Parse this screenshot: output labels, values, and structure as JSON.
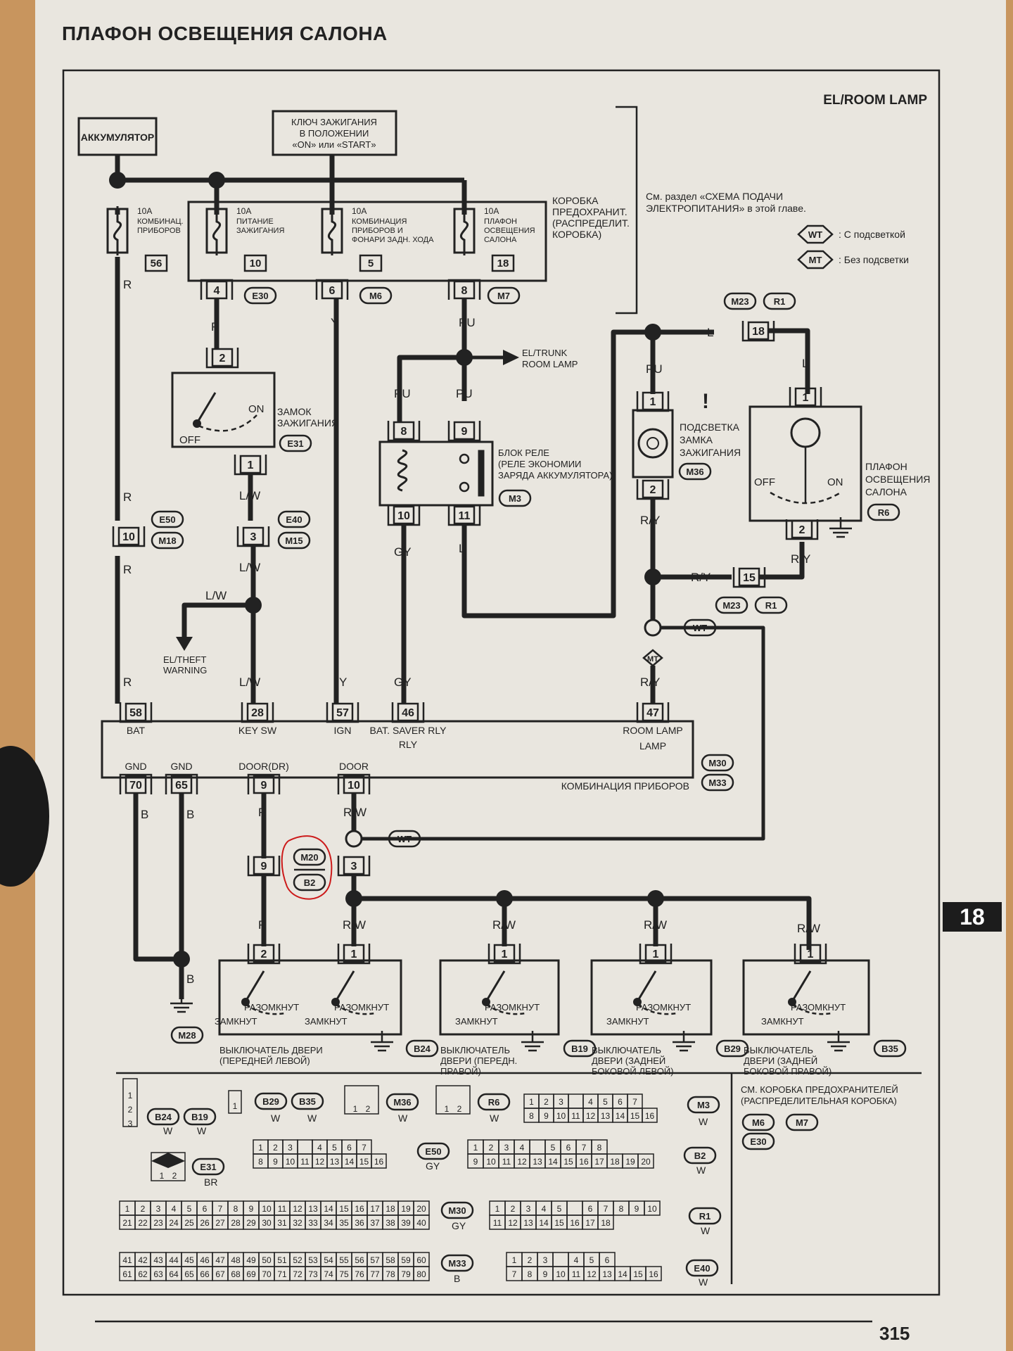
{
  "page": {
    "title": "ПЛАФОН ОСВЕЩЕНИЯ САЛОНА",
    "code": "EL/ROOM LAMP",
    "number": "315",
    "section_tab": "18"
  },
  "sources": {
    "battery": "АККУМУЛЯТОР",
    "ignition_key": [
      "КЛЮЧ ЗАЖИГАНИЯ",
      "В ПОЛОЖЕНИИ",
      "«ON» или «START»"
    ]
  },
  "fuse_box": {
    "label": [
      "КОРОБКА",
      "ПРЕДОХРАНИТ.",
      "(РАСПРЕДЕЛИТ.",
      "КОРОБКА)"
    ],
    "fuses": [
      {
        "rating": "10A",
        "name": [
          "КОМБИНАЦ.",
          "ПРИБОРОВ"
        ],
        "number": "56"
      },
      {
        "rating": "10A",
        "name": [
          "ПИТАНИЕ",
          "ЗАЖИГАНИЯ"
        ],
        "number": "10"
      },
      {
        "rating": "10A",
        "name": [
          "КОМБИНАЦИЯ",
          "ПРИБОРОВ И",
          "ФОНАРИ ЗАДН. ХОДА"
        ],
        "number": "5"
      },
      {
        "rating": "10A",
        "name": [
          "ПЛАФОН",
          "ОСВЕЩЕНИЯ",
          "САЛОНА"
        ],
        "number": "18"
      }
    ],
    "connectors": [
      "E30",
      "M6",
      "M7"
    ],
    "pins": [
      "4",
      "6",
      "8"
    ]
  },
  "notes": {
    "see_section": [
      "См. раздел «СХЕМА ПОДАЧИ",
      "ЭЛЕКТРОПИТАНИЯ» в этой главе."
    ],
    "legend": [
      {
        "tag": "WT",
        "text": ": С подсветкой"
      },
      {
        "tag": "MT",
        "text": ": Без подсветки"
      }
    ]
  },
  "wires": {
    "R": "R",
    "Y": "Y",
    "PU": "PU",
    "LW": "L/W",
    "GY": "GY",
    "L": "L",
    "RY": "R/Y",
    "RW": "R/W",
    "B": "B"
  },
  "ignition_switch": {
    "name": [
      "ЗАМОК",
      "ЗАЖИГАНИЯ"
    ],
    "connector": "E31",
    "off": "OFF",
    "on": "ON",
    "pins": [
      "2",
      "1"
    ]
  },
  "relay": {
    "name": [
      "БЛОК РЕЛЕ",
      "(РЕЛЕ ЭКОНОМИИ",
      "ЗАРЯДА АККУМУЛЯТОРА)"
    ],
    "connector": "M3",
    "pins": [
      "8",
      "9",
      "10",
      "11"
    ]
  },
  "trunk_arrow": [
    "EL/TRUNK",
    "ROOM LAMP"
  ],
  "theft_arrow": [
    "EL/THEFT",
    "WARNING"
  ],
  "key_light": {
    "name": [
      "ПОДСВЕТКА",
      "ЗАМКА",
      "ЗАЖИГАНИЯ"
    ],
    "connector": "M36",
    "pins": [
      "1",
      "2"
    ],
    "mark": "!"
  },
  "room_lamp": {
    "name": [
      "ПЛАФОН",
      "ОСВЕЩЕНИЯ",
      "САЛОНА"
    ],
    "connector": "R6",
    "off": "OFF",
    "on": "ON",
    "pins": [
      "1",
      "2"
    ]
  },
  "joints": [
    {
      "pin": "18",
      "connectors": [
        "M23",
        "R1"
      ]
    },
    {
      "pin": "15",
      "connectors": [
        "M23",
        "R1"
      ]
    },
    {
      "pin": "10",
      "connectors": [
        "E50",
        "M18"
      ]
    },
    {
      "pin": "3",
      "connectors": [
        "E40",
        "M15"
      ]
    },
    {
      "pin_left": "9",
      "pin_right": "3",
      "connectors": [
        "M20",
        "B2"
      ]
    }
  ],
  "meter": {
    "name": "КОМБИНАЦИЯ ПРИБОРОВ",
    "connectors": [
      "M30",
      "M33"
    ],
    "top_terminals": [
      {
        "pin": "58",
        "label": "BAT"
      },
      {
        "pin": "28",
        "label": "KEY SW"
      },
      {
        "pin": "57",
        "label": "IGN"
      },
      {
        "pin": "46",
        "label": "BAT. SAVER RLY"
      },
      {
        "pin": "47",
        "label": "ROOM LAMP"
      }
    ],
    "bottom_terminals": [
      {
        "pin": "70",
        "label": "GND"
      },
      {
        "pin": "65",
        "label": "GND"
      },
      {
        "pin": "9",
        "label": "DOOR(DR)"
      },
      {
        "pin": "10",
        "label": "DOOR"
      }
    ]
  },
  "ground_connector": "M28",
  "door_switches": [
    {
      "name": [
        "ВЫКЛЮЧАТЕЛЬ ДВЕРИ",
        "(ПЕРЕДНЕЙ ЛЕВОЙ)"
      ],
      "connector": "B24",
      "pins": [
        "2",
        "1"
      ],
      "open": "РАЗОМКНУТ",
      "closed": "ЗАМКНУТ"
    },
    {
      "name": [
        "ВЫКЛЮЧАТЕЛЬ",
        "ДВЕРИ (ПЕРЕДН.",
        "ПРАВОЙ)"
      ],
      "connector": "B19",
      "pins": [
        "1"
      ],
      "open": "РАЗОМКНУТ",
      "closed": "ЗАМКНУТ"
    },
    {
      "name": [
        "ВЫКЛЮЧАТЕЛЬ",
        "ДВЕРИ (ЗАДНЕЙ",
        "БОКОВОЙ ЛЕВОЙ)"
      ],
      "connector": "B29",
      "pins": [
        "1"
      ],
      "open": "РАЗОМКНУТ",
      "closed": "ЗАМКНУТ"
    },
    {
      "name": [
        "ВЫКЛЮЧАТЕЛЬ",
        "ДВЕРИ (ЗАДНЕЙ",
        "БОКОВОЙ ПРАВОЙ)"
      ],
      "connector": "B35",
      "pins": [
        "1"
      ],
      "open": "РАЗОМКНУТ",
      "closed": "ЗАМКНУТ"
    }
  ],
  "connector_table": {
    "small": [
      {
        "ids": [
          "B24",
          "B19"
        ],
        "color": "W",
        "pins": [
          "1",
          "2",
          "3"
        ]
      },
      {
        "ids": [
          "B29",
          "B35"
        ],
        "color": "W",
        "pins": [
          "1"
        ]
      },
      {
        "ids": [
          "M36"
        ],
        "color": "W",
        "pins": [
          "1",
          "2"
        ]
      },
      {
        "ids": [
          "R6"
        ],
        "color": "W",
        "pins": [
          "1",
          "2"
        ]
      },
      {
        "ids": [
          "E31"
        ],
        "color": "BR",
        "pins": [
          "1",
          "2"
        ]
      }
    ],
    "m3": {
      "id": "M3",
      "color": "W",
      "rows": [
        [
          "1",
          "2",
          "3",
          "",
          "4",
          "5",
          "6",
          "7"
        ],
        [
          "8",
          "9",
          "10",
          "11",
          "12",
          "13",
          "14",
          "15",
          "16"
        ]
      ]
    },
    "e50": {
      "id": "E50",
      "color": "GY",
      "rows": [
        [
          "1",
          "2",
          "3",
          "",
          "4",
          "5",
          "6",
          "7"
        ],
        [
          "8",
          "9",
          "10",
          "11",
          "12",
          "13",
          "14",
          "15",
          "16"
        ]
      ]
    },
    "b2": {
      "id": "B2",
      "color": "W",
      "rows": [
        [
          "1",
          "2",
          "3",
          "4",
          "",
          "5",
          "6",
          "7",
          "8"
        ],
        [
          "9",
          "10",
          "11",
          "12",
          "13",
          "14",
          "15",
          "16",
          "17",
          "18",
          "19",
          "20"
        ]
      ]
    },
    "m30": {
      "id": "M30",
      "color": "GY",
      "rows": [
        [
          "1",
          "2",
          "3",
          "4",
          "5",
          "6",
          "7",
          "8",
          "9",
          "10",
          "11",
          "12",
          "13",
          "14",
          "15",
          "16",
          "17",
          "18",
          "19",
          "20"
        ],
        [
          "21",
          "22",
          "23",
          "24",
          "25",
          "26",
          "27",
          "28",
          "29",
          "30",
          "31",
          "32",
          "33",
          "34",
          "35",
          "36",
          "37",
          "38",
          "39",
          "40"
        ]
      ]
    },
    "r1": {
      "id": "R1",
      "color": "W",
      "rows": [
        [
          "1",
          "2",
          "3",
          "4",
          "5",
          "",
          "6",
          "7",
          "8",
          "9",
          "10"
        ],
        [
          "11",
          "12",
          "13",
          "14",
          "15",
          "16",
          "17",
          "18"
        ]
      ]
    },
    "m33": {
      "id": "M33",
      "color": "B",
      "rows": [
        [
          "41",
          "42",
          "43",
          "44",
          "45",
          "46",
          "47",
          "48",
          "49",
          "50",
          "51",
          "52",
          "53",
          "54",
          "55",
          "56",
          "57",
          "58",
          "59",
          "60"
        ],
        [
          "61",
          "62",
          "63",
          "64",
          "65",
          "66",
          "67",
          "68",
          "69",
          "70",
          "71",
          "72",
          "73",
          "74",
          "75",
          "76",
          "77",
          "78",
          "79",
          "80"
        ]
      ]
    },
    "e40": {
      "id": "E40",
      "color": "W",
      "rows": [
        [
          "1",
          "2",
          "3",
          "",
          "4",
          "5",
          "6"
        ],
        [
          "7",
          "8",
          "9",
          "10",
          "11",
          "12",
          "13",
          "14",
          "15",
          "16"
        ]
      ]
    },
    "fuse_note": {
      "text": [
        "СМ. КОРОБКА ПРЕДОХРАНИТЕЛЕЙ",
        "(РАСПРЕДЕЛИТЕЛЬНАЯ КОРОБКА)"
      ],
      "ids": [
        "M6",
        "M7",
        "E30"
      ]
    }
  },
  "colors": {
    "ink": "#222222",
    "paper": "#e9e6df",
    "annotation": "#cc1a1a",
    "desk": "#c8955e"
  }
}
